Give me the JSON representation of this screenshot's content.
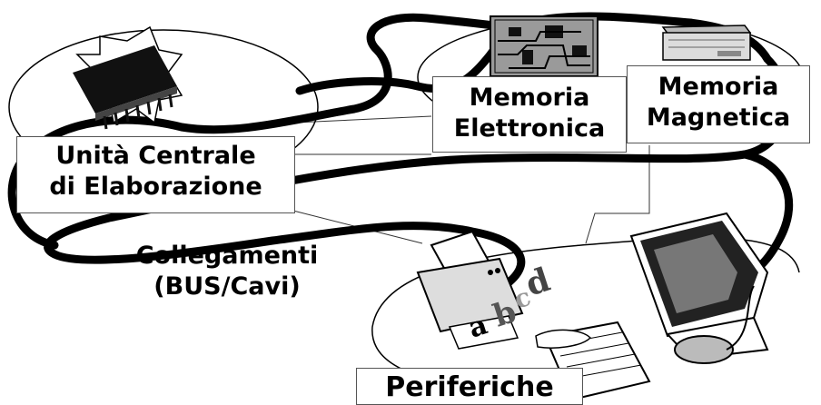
{
  "diagram": {
    "cpu_label": {
      "line1": "Unità Centrale",
      "line2": "di Elaborazione"
    },
    "electronic_memory_label": {
      "line1": "Memoria",
      "line2": "Elettronica"
    },
    "magnetic_memory_label": {
      "line1": "Memoria",
      "line2": "Magnetica"
    },
    "bus_label": {
      "line1": "Collegamenti",
      "line2": "(BUS/Cavi)"
    },
    "peripherals_label": "Periferiche"
  },
  "colors": {
    "ink": "#000000",
    "paper": "#ffffff",
    "frame": "#555555",
    "chip_bg": "#9a9a9a"
  }
}
